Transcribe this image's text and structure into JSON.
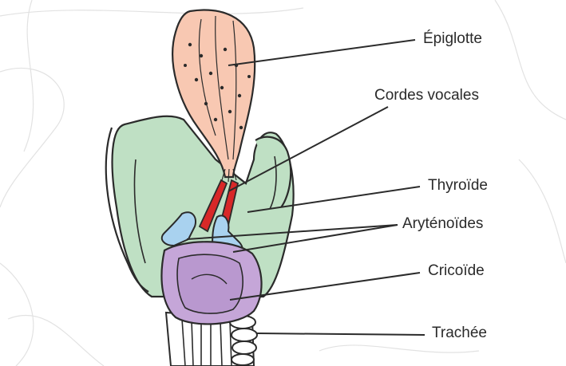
{
  "labels": {
    "epiglotte": "Épiglotte",
    "cordes_vocales": "Cordes vocales",
    "thyroide": "Thyroïde",
    "arytenoides": "Aryténoïdes",
    "cricoide": "Cricoïde",
    "trachee": "Trachée"
  },
  "colors": {
    "epiglottis": "#f8c8b2",
    "thyroid": "#bfe0c4",
    "vocal_cords": "#d82828",
    "arytenoids": "#a9d2ef",
    "cricoid": "#c5a6d8",
    "trachea": "#ffffff",
    "outline": "#2b2b2b",
    "background_lines": "#dcdcdc"
  }
}
